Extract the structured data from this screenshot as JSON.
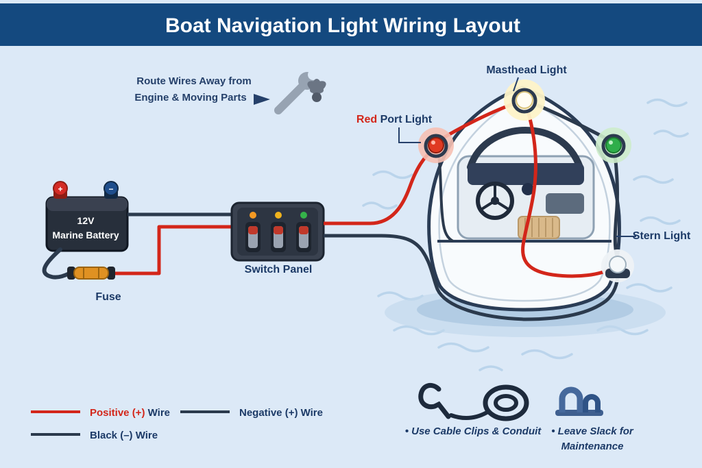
{
  "title": "Boat Navigation Light Wiring Layout",
  "note": {
    "line1": "Route Wires Away from",
    "line2": "Engine & Moving Parts"
  },
  "battery": {
    "line1": "12V",
    "line2": "Marine Battery",
    "plus": "+",
    "minus": "−",
    "fuse_label": "Fuse"
  },
  "panel": {
    "label": "Switch Panel",
    "led_colors": [
      "#f59a23",
      "#f0b31d",
      "#35b34a"
    ]
  },
  "lights": {
    "masthead": "Masthead Light",
    "port_red": "Red",
    "port_rest": " Port Light",
    "stern": "Stern Light"
  },
  "legend": {
    "positive_colored": "Positive (+)",
    "positive_rest": " Wire",
    "black": "Black (–) Wire",
    "negative": "Negative (+) Wire"
  },
  "tips": {
    "tip1": "• Use Cable Clips & Conduit",
    "tip2_line1": "• Leave Slack for",
    "tip2_line2": "Maintenance"
  },
  "colors": {
    "header_bg": "#14497f",
    "positive_wire": "#d3261a",
    "negative_wire": "#2b3a4d",
    "accent_navy": "#1c3a67"
  }
}
